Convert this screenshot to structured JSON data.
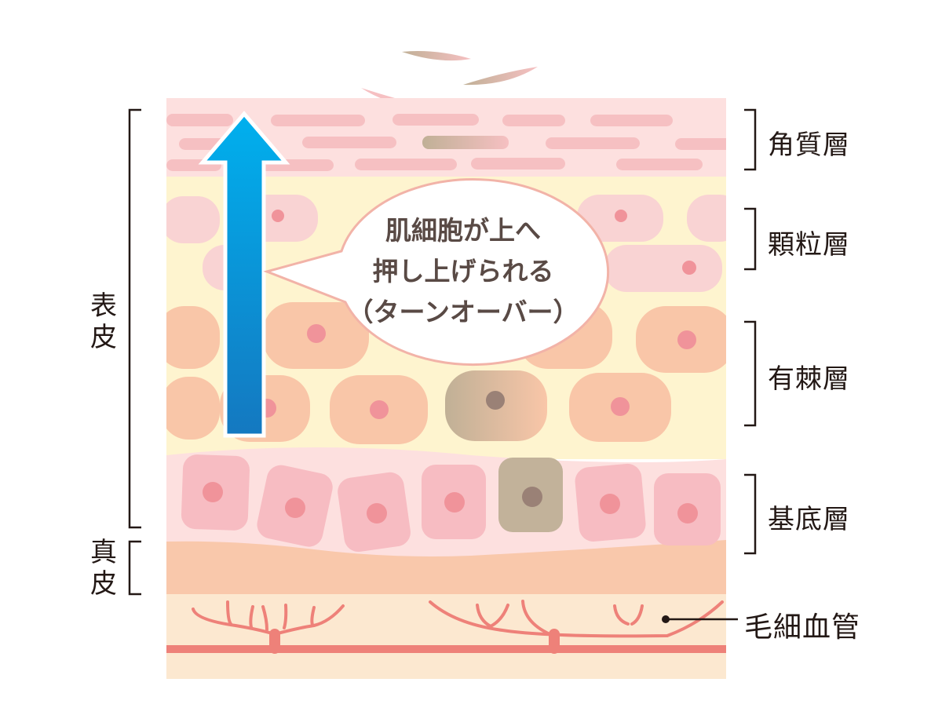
{
  "title": "Skin structure and turnover",
  "layers_right": [
    {
      "label": "角質層"
    },
    {
      "label": "顆粒層"
    },
    {
      "label": "有棘層"
    },
    {
      "label": "基底層"
    }
  ],
  "layers_left": [
    {
      "label": "表皮"
    },
    {
      "label": "真皮"
    }
  ],
  "capillary_label": "毛細血管",
  "bubble": {
    "line1": "肌細胞が上へ",
    "line2": "押し上げられる",
    "line3": "（ターンオーバー）"
  },
  "colors": {
    "corneum": "#fde0df",
    "granular_bg": "#fef4cf",
    "spinous_cell": "#f9c6a8",
    "basal_cell": "#f7bcc2",
    "nucleus": "#f0939a",
    "dermis": "#f9c8ab",
    "capillary": "#ee8179",
    "arrow": "#00a9e8"
  }
}
